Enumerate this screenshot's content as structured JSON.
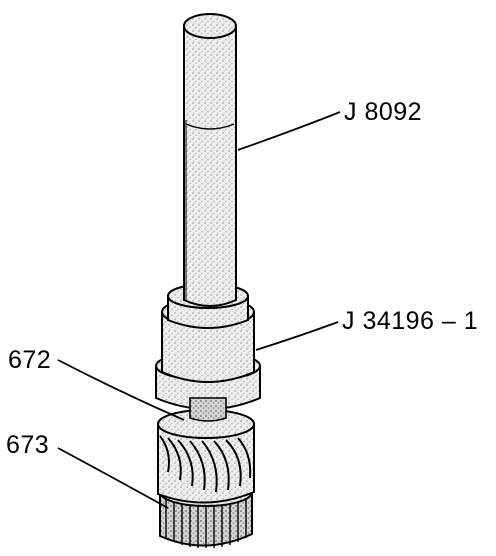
{
  "labels": {
    "tool_handle": "J 8092",
    "installer": "J 34196 – 1",
    "part_672": "672",
    "part_673": "673"
  },
  "colors": {
    "line": "#000000",
    "fill": "#e8e8e8",
    "stipple": "#9a9a9a",
    "background": "#ffffff"
  }
}
